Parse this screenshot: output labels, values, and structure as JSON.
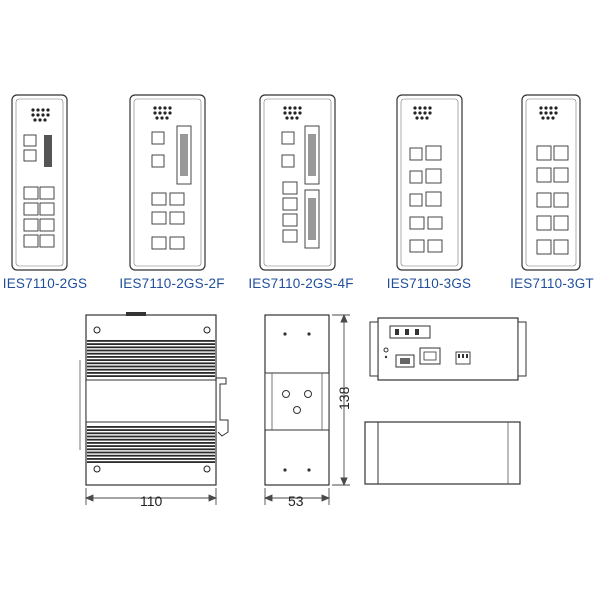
{
  "models": [
    {
      "name": "IES7110-2GS"
    },
    {
      "name": "IES7110-2GS-2F"
    },
    {
      "name": "IES7110-2GS-4F"
    },
    {
      "name": "IES7110-3GS"
    },
    {
      "name": "IES7110-3GT"
    }
  ],
  "dimensions": {
    "width": "110",
    "depth": "53",
    "height": "138"
  },
  "colors": {
    "label_blue": "#1f4e9c",
    "line": "#333333",
    "dim_line": "#4a4a4a"
  }
}
